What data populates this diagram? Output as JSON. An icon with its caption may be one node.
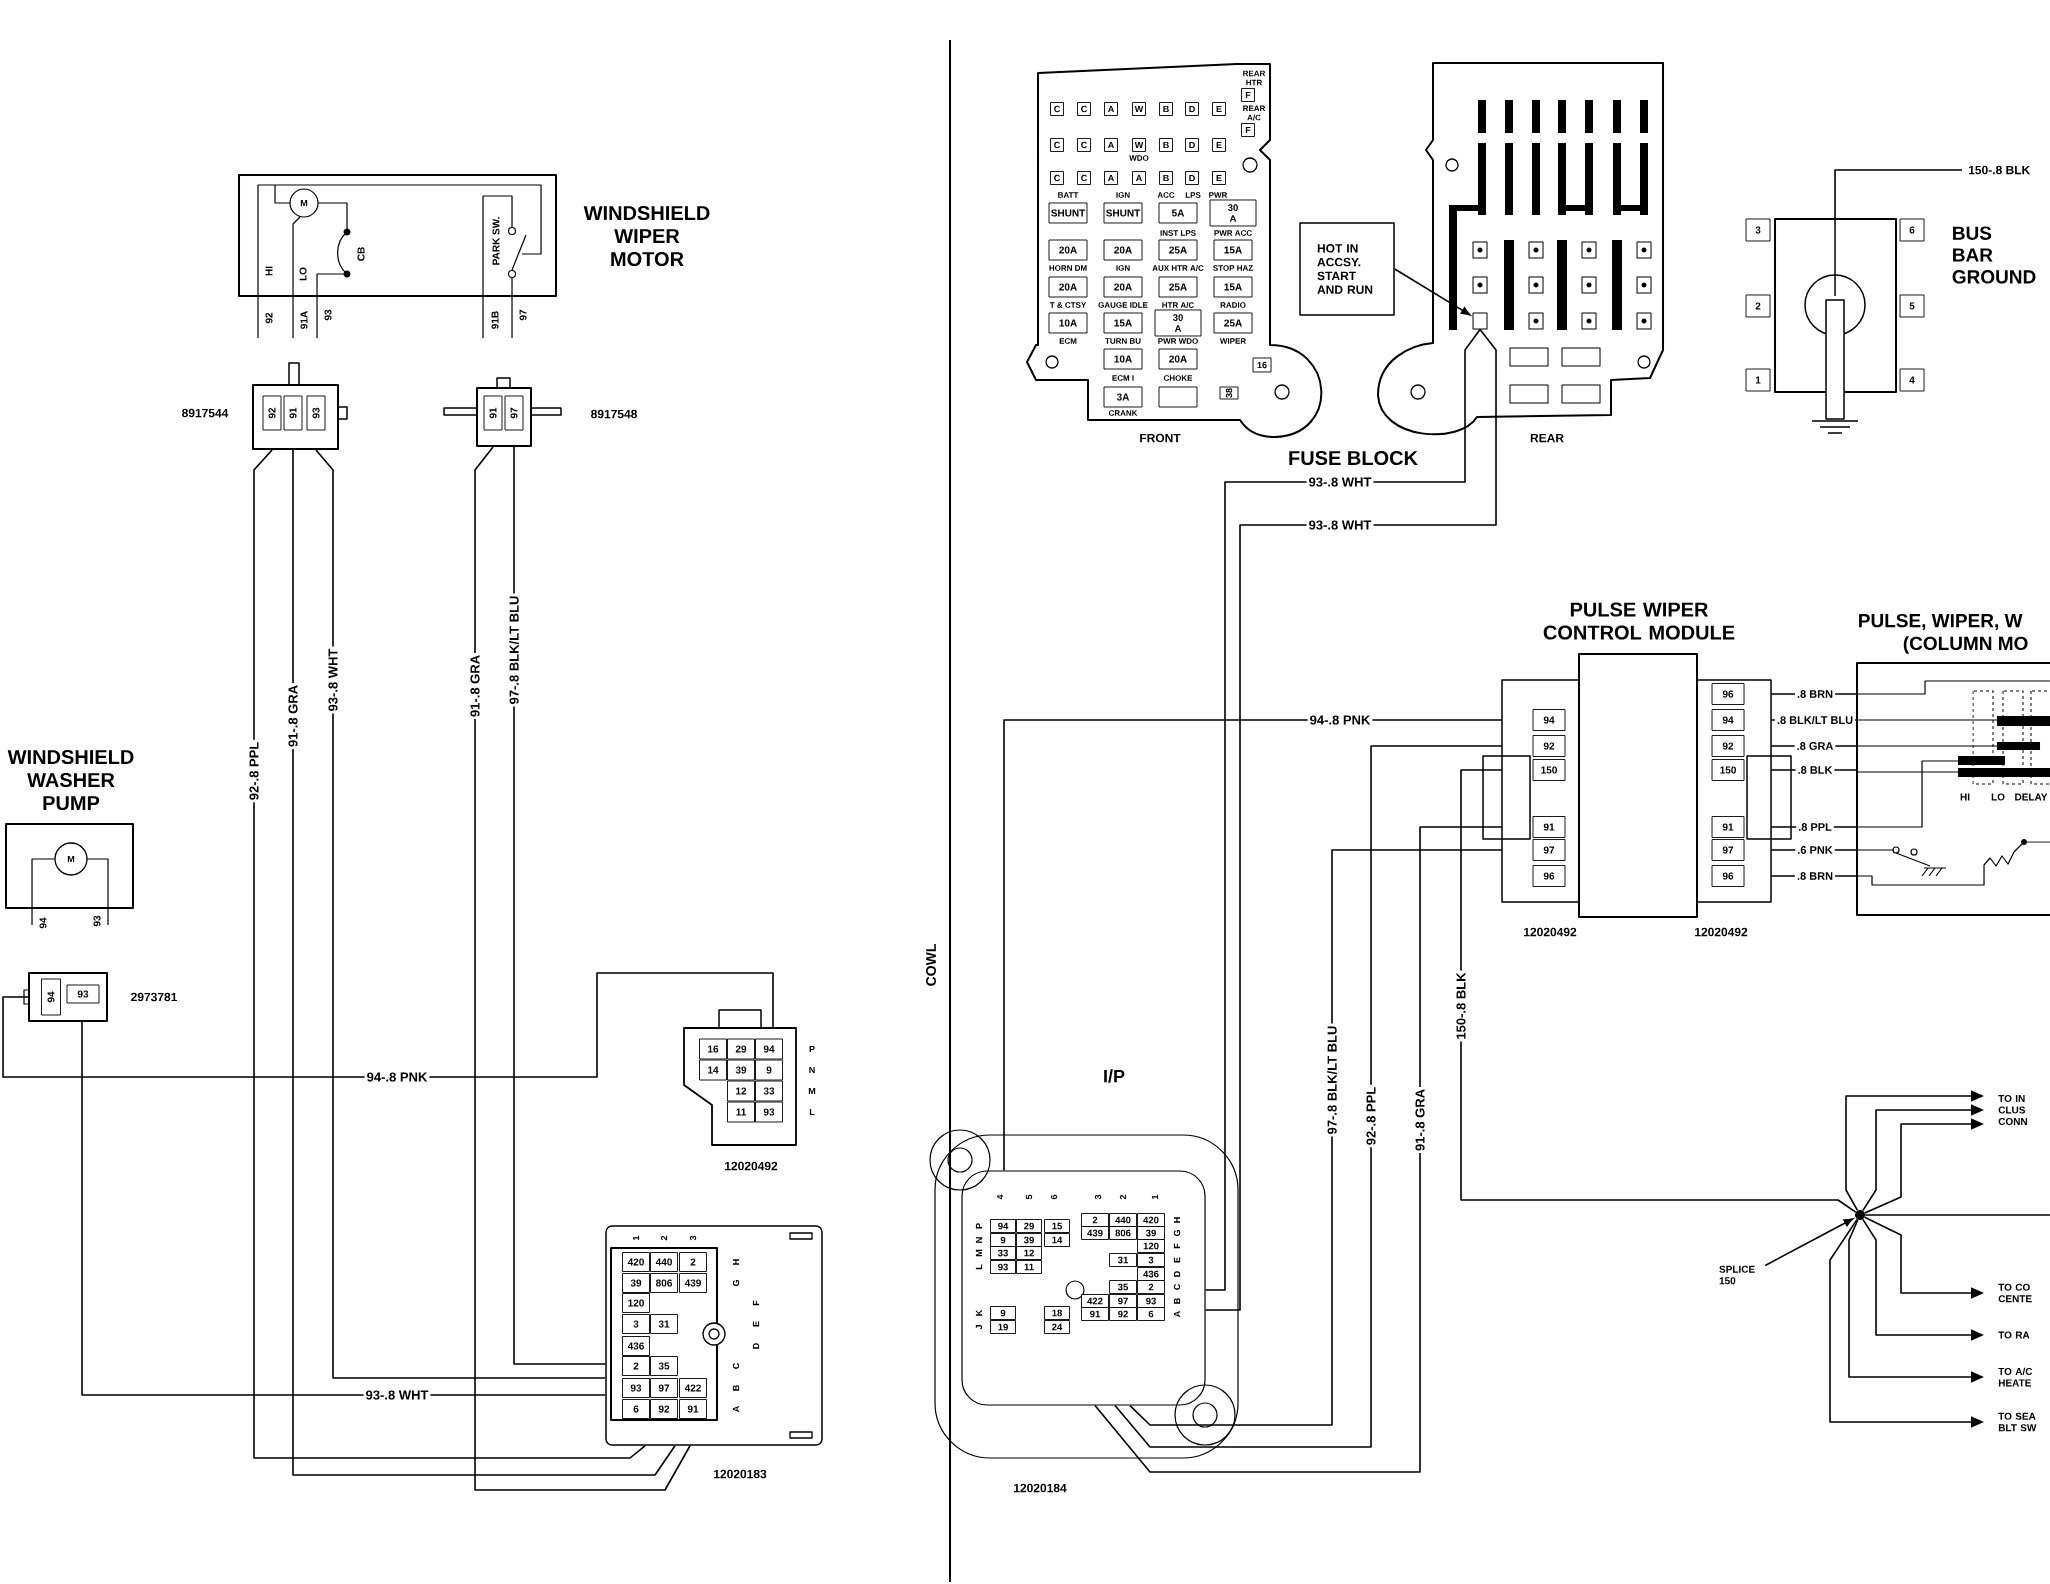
{
  "diagram": {
    "nodes": [
      {
        "text": [
          "WINDSHIELD WIPER MOTOR",
          "M",
          "HI",
          "LO",
          "CB",
          "PARK SW."
        ],
        "beside": [
          "92",
          "91A",
          "93",
          "91B",
          "97"
        ]
      },
      {
        "text": [
          "92",
          "91",
          "93"
        ],
        "beside": [
          "8917544"
        ]
      },
      {
        "text": [
          "91",
          "97"
        ],
        "beside": [
          "8917548"
        ]
      },
      {
        "text": [
          "WINDSHIELD WASHER PUMP",
          "M"
        ],
        "beside": [
          "94",
          "93"
        ]
      },
      {
        "text": [
          "94",
          "93"
        ],
        "beside": [
          "2973781"
        ]
      },
      {
        "text": [
          "16",
          "29",
          "94",
          "14",
          "39",
          "9",
          "12",
          "33",
          "11",
          "93"
        ],
        "beside": [
          "P",
          "N",
          "M",
          "L",
          "12020492"
        ]
      },
      {
        "text": [
          "1",
          "2",
          "3",
          "420",
          "440",
          "2",
          "39",
          "806",
          "439",
          "120",
          "3",
          "31",
          "436",
          "2",
          "35",
          "93",
          "97",
          "422",
          "6",
          "92",
          "91",
          "H",
          "G",
          "F",
          "E",
          "D",
          "C",
          "B",
          "A"
        ],
        "beside": [
          "12020183"
        ]
      },
      {
        "text": [
          "C",
          "C",
          "A",
          "W",
          "B",
          "D",
          "E",
          "REAR HTR",
          "F",
          "C",
          "C",
          "A",
          "W",
          "B",
          "D",
          "E",
          "REAR A/C",
          "F",
          "WDO",
          "C",
          "C",
          "A",
          "A",
          "B",
          "D",
          "E",
          "BATT",
          "IGN",
          "ACC",
          "LPS",
          "PWR",
          "SHUNT",
          "SHUNT",
          "5A",
          "30 A",
          "INST LPS",
          "PWR ACC",
          "20A",
          "20A",
          "25A",
          "15A",
          "HORN DM",
          "IGN",
          "AUX HTR A/C",
          "STOP HAZ",
          "20A",
          "20A",
          "25A",
          "15A",
          "T & CTSY",
          "GAUGE IDLE",
          "HTR A/C",
          "RADIO",
          "10A",
          "15A",
          "30 A",
          "25A",
          "ECM",
          "TURN BU",
          "PWR WDO",
          "WIPER",
          "10A",
          "20A",
          "ECM I",
          "CHOKE",
          "3A",
          "CRANK",
          "16",
          "38",
          "FRONT"
        ]
      },
      {
        "text": [
          "REAR"
        ]
      },
      {
        "text": [],
        "shape": "box",
        "in": 8
      },
      {
        "text": [
          "HOT IN ACCSY. START AND RUN"
        ]
      },
      {
        "text": [
          "3",
          "2",
          "1",
          "6",
          "5",
          "4",
          "BUS BAR GROUND"
        ]
      },
      {
        "text": [
          "PULSE WIPER CONTROL MODULE",
          "94",
          "92",
          "150",
          "91",
          "97",
          "96",
          "96",
          "94",
          "92",
          "150",
          "91",
          "97",
          "96"
        ],
        "beside": [
          "12020492",
          "12020492"
        ]
      },
      {
        "text": [
          "PULSE, WIPER, W",
          "(COLUMN MO",
          "HI",
          "LO",
          "DELAY"
        ]
      },
      {
        "text": [
          "4",
          "5",
          "6",
          "3",
          "2",
          "1",
          "94",
          "29",
          "15",
          "9",
          "39",
          "14",
          "33",
          "12",
          "93",
          "11",
          "P",
          "N",
          "M",
          "L",
          "9",
          "18",
          "19",
          "24",
          "K",
          "J",
          "2",
          "440",
          "420",
          "439",
          "806",
          "39",
          "120",
          "31",
          "3",
          "436",
          "35",
          "2",
          "422",
          "97",
          "93",
          "91",
          "92",
          "6",
          "H",
          "G",
          "F",
          "E",
          "D",
          "C",
          "B",
          "A"
        ],
        "beside": [
          "12020184"
        ]
      },
      {
        "text": [],
        "shape": "circle"
      },
      {
        "text": [
          "SPLICE 150"
        ]
      },
      {
        "text": [
          "TO IN CLUS CONN"
        ]
      },
      {
        "text": [
          "TO CO CENTE"
        ]
      },
      {
        "text": [
          "TO RA"
        ]
      },
      {
        "text": [
          "TO A/C HEATE"
        ]
      },
      {
        "text": [
          "TO SEA BLT SW"
        ]
      }
    ],
    "edges": [
      {
        "from": 1,
        "to": 6,
        "arrow": "none",
        "label": "92-.8 PPL"
      },
      {
        "from": 1,
        "to": 6,
        "arrow": "none",
        "label": "91-.8 GRA"
      },
      {
        "from": 1,
        "to": 6,
        "arrow": "none",
        "label": "93-.8 WHT"
      },
      {
        "from": 2,
        "to": 6,
        "arrow": "none",
        "label": "91-.8 GRA"
      },
      {
        "from": 2,
        "to": 6,
        "arrow": "none",
        "label": "97-.8 BLK/LT BLU"
      },
      {
        "from": 4,
        "to": 5,
        "arrow": "none",
        "label": "94-.8 PNK"
      },
      {
        "from": 4,
        "to": 6,
        "arrow": "none",
        "label": "93-.8 WHT"
      },
      {
        "from": 9,
        "to": 14,
        "arrow": "none",
        "label": "93-.8 WHT"
      },
      {
        "from": 9,
        "to": 14,
        "arrow": "none",
        "label": "93-.8 WHT"
      },
      {
        "from": 14,
        "to": 12,
        "arrow": "none",
        "label": "94-.8 PNK"
      },
      {
        "from": 14,
        "to": 12,
        "arrow": "none",
        "label": "97-.8 BLK/LT BLU"
      },
      {
        "from": 14,
        "to": 12,
        "arrow": "none",
        "label": "92-.8 PPL"
      },
      {
        "from": 14,
        "to": 12,
        "arrow": "none",
        "label": "91-.8 GRA"
      },
      {
        "from": 12,
        "to": 15,
        "arrow": "none",
        "label": "150-.8 BLK"
      },
      {
        "from": 11,
        "to": null,
        "arrow": "none",
        "label": "150-.8 BLK"
      },
      {
        "from": 12,
        "to": 13,
        "arrow": "none",
        "label": ".8 BRN"
      },
      {
        "from": 12,
        "to": 13,
        "arrow": "none",
        "label": ".8 BLK/LT BLU"
      },
      {
        "from": 12,
        "to": 13,
        "arrow": "none",
        "label": ".8 GRA"
      },
      {
        "from": 12,
        "to": 13,
        "arrow": "none",
        "label": ".8 BLK"
      },
      {
        "from": 12,
        "to": 13,
        "arrow": "none",
        "label": ".8 PPL"
      },
      {
        "from": 12,
        "to": 13,
        "arrow": "none",
        "label": ".6 PNK"
      },
      {
        "from": 12,
        "to": 13,
        "arrow": "none",
        "label": ".8 BRN"
      },
      {
        "from": 10,
        "to": 9,
        "arrow": "to"
      },
      {
        "from": 16,
        "to": 15,
        "arrow": "to"
      },
      {
        "from": 15,
        "to": 17,
        "arrow": "to"
      },
      {
        "from": 15,
        "to": 17,
        "arrow": "to"
      },
      {
        "from": 15,
        "to": 17,
        "arrow": "to"
      },
      {
        "from": 15,
        "to": 18,
        "arrow": "to"
      },
      {
        "from": 15,
        "to": 19,
        "arrow": "to"
      },
      {
        "from": 15,
        "to": 20,
        "arrow": "to"
      },
      {
        "from": 15,
        "to": 21,
        "arrow": "to"
      },
      {
        "from": 15,
        "to": null,
        "arrow": "none"
      }
    ],
    "labels": [
      "COWL",
      "FUSE BLOCK",
      "I/P"
    ]
  }
}
